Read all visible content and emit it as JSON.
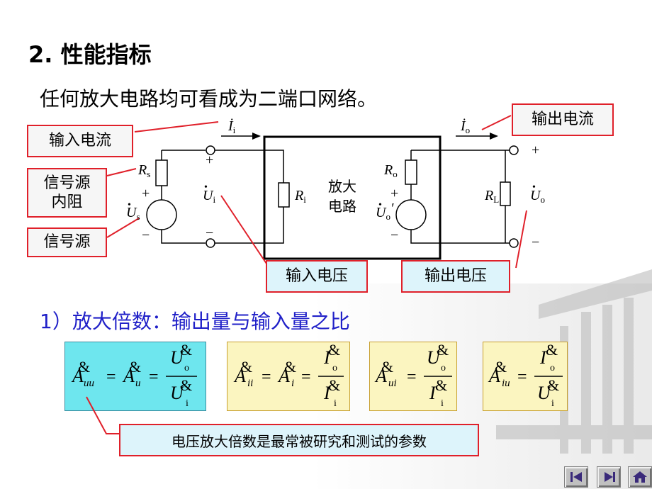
{
  "title": "2.  性能指标",
  "intro": "任何放大电路均可看成为二端口网络。",
  "callouts": {
    "input_current": "输入电流",
    "output_current": "输出电流",
    "source_resistance": "信号源\n内阻",
    "signal_source": "信号源",
    "input_voltage": "输入电压",
    "output_voltage": "输出电压"
  },
  "circuit": {
    "ii": "İ",
    "ii_sub": "i",
    "io": "İ",
    "io_sub": "o",
    "rs": "R",
    "rs_sub": "s",
    "us": "U",
    "us_sub": "s",
    "ui": "U",
    "ui_sub": "i",
    "ri": "R",
    "ri_sub": "i",
    "amp_label_1": "放大",
    "amp_label_2": "电路",
    "ro": "R",
    "ro_sub": "o",
    "uo_prime": "U",
    "uo_prime_sub": "o",
    "rl": "R",
    "rl_sub": "L",
    "uo": "U",
    "uo_sub": "o",
    "plus": "+",
    "minus": "−"
  },
  "section": "1）放大倍数：输出量与输入量之比",
  "formulas": {
    "auu": {
      "sym": "A",
      "amp": "&",
      "sub": "uu",
      "eq": "=",
      "sym2": "A",
      "sub2": "u",
      "num": "U",
      "num_sub": "o",
      "den": "U",
      "den_sub": "i"
    },
    "aii": {
      "sym": "A",
      "amp": "&",
      "sub": "ii",
      "eq": "=",
      "sym2": "A",
      "sub2": "i",
      "num": "I",
      "num_sub": "o",
      "den": "I",
      "den_sub": "i"
    },
    "aui": {
      "sym": "A",
      "amp": "&",
      "sub": "ui",
      "eq": "=",
      "num": "U",
      "num_sub": "o",
      "den": "I",
      "den_sub": "i"
    },
    "aiu": {
      "sym": "A",
      "amp": "&",
      "sub": "iu",
      "eq": "=",
      "num": "I",
      "num_sub": "o",
      "den": "U",
      "den_sub": "i"
    }
  },
  "note": "电压放大倍数是最常被研究和测试的参数",
  "colors": {
    "callout_border": "#e0202a",
    "section_text": "#2020c8",
    "formula1_bg": "#6ee6ee",
    "formula_bg": "#fbf5c0"
  },
  "nav_icons": [
    "first-icon",
    "prev-icon",
    "next-icon",
    "home-icon"
  ]
}
